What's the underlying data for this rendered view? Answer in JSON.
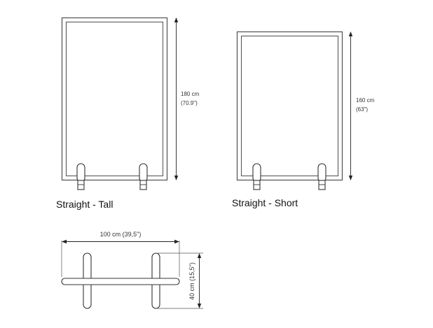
{
  "diagrams": {
    "tall": {
      "caption": "Straight - Tall",
      "dim_cm": "180 cm",
      "dim_in": "(70.9\")"
    },
    "short": {
      "caption": "Straight - Short",
      "dim_cm": "160 cm",
      "dim_in": "(63\")"
    },
    "top_view": {
      "width_label": "100 cm (39,5\")",
      "depth_label": "40 cm (15,5\")"
    }
  },
  "colors": {
    "frame": "#5a5a5a",
    "line": "#222222",
    "text": "#333333"
  }
}
